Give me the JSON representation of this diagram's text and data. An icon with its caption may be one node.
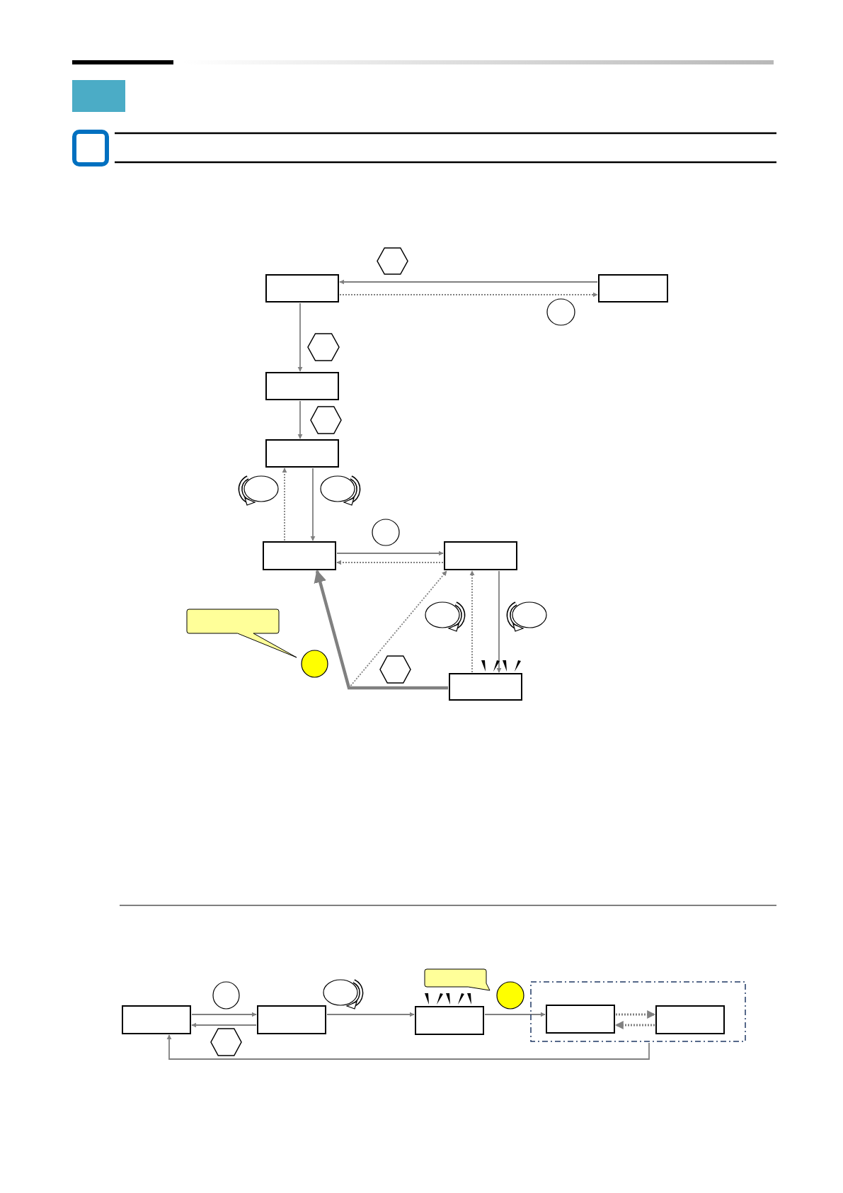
{
  "diagram": {
    "nodes": [
      {
        "text": [],
        "shape": "box"
      },
      {
        "text": [],
        "shape": "hexagon"
      },
      {
        "text": [],
        "shape": "box"
      },
      {
        "text": [],
        "shape": "circle"
      },
      {
        "text": [],
        "shape": "hexagon"
      },
      {
        "text": [],
        "shape": "box"
      },
      {
        "text": [],
        "shape": "hexagon"
      },
      {
        "text": [],
        "shape": "box"
      },
      {
        "text": [],
        "shape": "circle"
      },
      {
        "text": [],
        "shape": "box"
      },
      {
        "text": [],
        "shape": "box"
      },
      {
        "text": [],
        "shape": "callout"
      },
      {
        "text": [],
        "shape": "circle"
      },
      {
        "text": [],
        "shape": "hexagon"
      },
      {
        "text": [],
        "shape": "box"
      },
      {
        "text": [],
        "shape": "box"
      },
      {
        "text": [],
        "shape": "circle"
      },
      {
        "text": [],
        "shape": "hexagon"
      },
      {
        "text": [],
        "shape": "box"
      },
      {
        "text": [],
        "shape": "callout"
      },
      {
        "text": [],
        "shape": "box"
      },
      {
        "text": [],
        "shape": "circle"
      },
      {
        "text": [],
        "shape": "frame"
      },
      {
        "text": [],
        "shape": "box",
        "in": 22
      },
      {
        "text": [],
        "shape": "box",
        "in": 22
      }
    ],
    "edges": [
      {
        "from": 2,
        "to": 0,
        "arrow": "to"
      },
      {
        "from": 0,
        "to": 2,
        "arrow": "to",
        "style": "dashed"
      },
      {
        "from": 0,
        "to": 5,
        "arrow": "to"
      },
      {
        "from": 5,
        "to": 7,
        "arrow": "to"
      },
      {
        "from": 9,
        "to": 7,
        "arrow": "to",
        "style": "dashed"
      },
      {
        "from": 7,
        "to": 9,
        "arrow": "to"
      },
      {
        "from": 9,
        "to": 10,
        "arrow": "to"
      },
      {
        "from": 10,
        "to": 9,
        "arrow": "to",
        "style": "dashed"
      },
      {
        "from": 10,
        "to": 14,
        "arrow": "to"
      },
      {
        "from": 14,
        "to": 10,
        "arrow": "to",
        "style": "dashed"
      },
      {
        "from": 14,
        "to": 9,
        "arrow": "to",
        "style": "thick"
      },
      {
        "from": 14,
        "to": 10,
        "arrow": "to",
        "style": "dashed"
      },
      {
        "from": 15,
        "to": 18,
        "arrow": "to"
      },
      {
        "from": 18,
        "to": 15,
        "arrow": "to"
      },
      {
        "from": 18,
        "to": 20,
        "arrow": "to"
      },
      {
        "from": 20,
        "to": 23,
        "arrow": "to"
      },
      {
        "from": 23,
        "to": 24,
        "arrow": "to",
        "style": "dashed"
      },
      {
        "from": 24,
        "to": 23,
        "arrow": "to",
        "style": "dashed"
      },
      {
        "from": 22,
        "to": 15,
        "arrow": "to"
      }
    ]
  }
}
